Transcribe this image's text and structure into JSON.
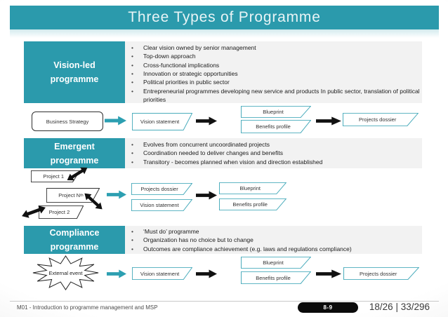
{
  "slide": {
    "title": "Three Types of Programme",
    "colors": {
      "teal": "#2b9aac",
      "teal_border": "#4aacbc",
      "arrow_black": "#111111"
    }
  },
  "sections": [
    {
      "label": "Vision-led programme",
      "bullets": [
        "Clear vision owned by senior management",
        "Top-down approach",
        "Cross-functional implications",
        "Innovation or strategic opportunities",
        "Political priorities in public sector",
        "Entrepreneurial programmes developing new service and products In public sector, translation of political priorities"
      ],
      "flow": {
        "source": "Business Strategy",
        "vision": "Vision statement",
        "blueprint": "Blueprint",
        "benefits": "Benefits profile",
        "dossier": "Projects dossier"
      }
    },
    {
      "label": "Emergent programme",
      "bullets": [
        "Evolves from concurrent uncoordinated projects",
        "Coordination needed to deliver changes and benefits",
        "Transitory - becomes planned when vision and direction established"
      ],
      "flow": {
        "project1": "Project 1",
        "projectN": {
          "base": "Project N",
          "sup": "th"
        },
        "project2": "Project 2",
        "dossier": "Projects dossier",
        "vision": "Vision statement",
        "blueprint": "Blueprint",
        "benefits": "Benefits profile"
      }
    },
    {
      "label": "Compliance programme",
      "bullets": [
        "‘Must do’ programme",
        "Organization has no choice but to change",
        "Outcomes are compliance achievement (e.g. laws and regulations compliance)"
      ],
      "flow": {
        "source": "External event",
        "vision": "Vision statement",
        "blueprint": "Blueprint",
        "benefits": "Benefits profile",
        "dossier": "Projects dossier"
      }
    }
  ],
  "footer": {
    "left": "M01 - Introduction to programme management and MSP",
    "badge": "8-9",
    "right": "18/26 | 33/296"
  }
}
